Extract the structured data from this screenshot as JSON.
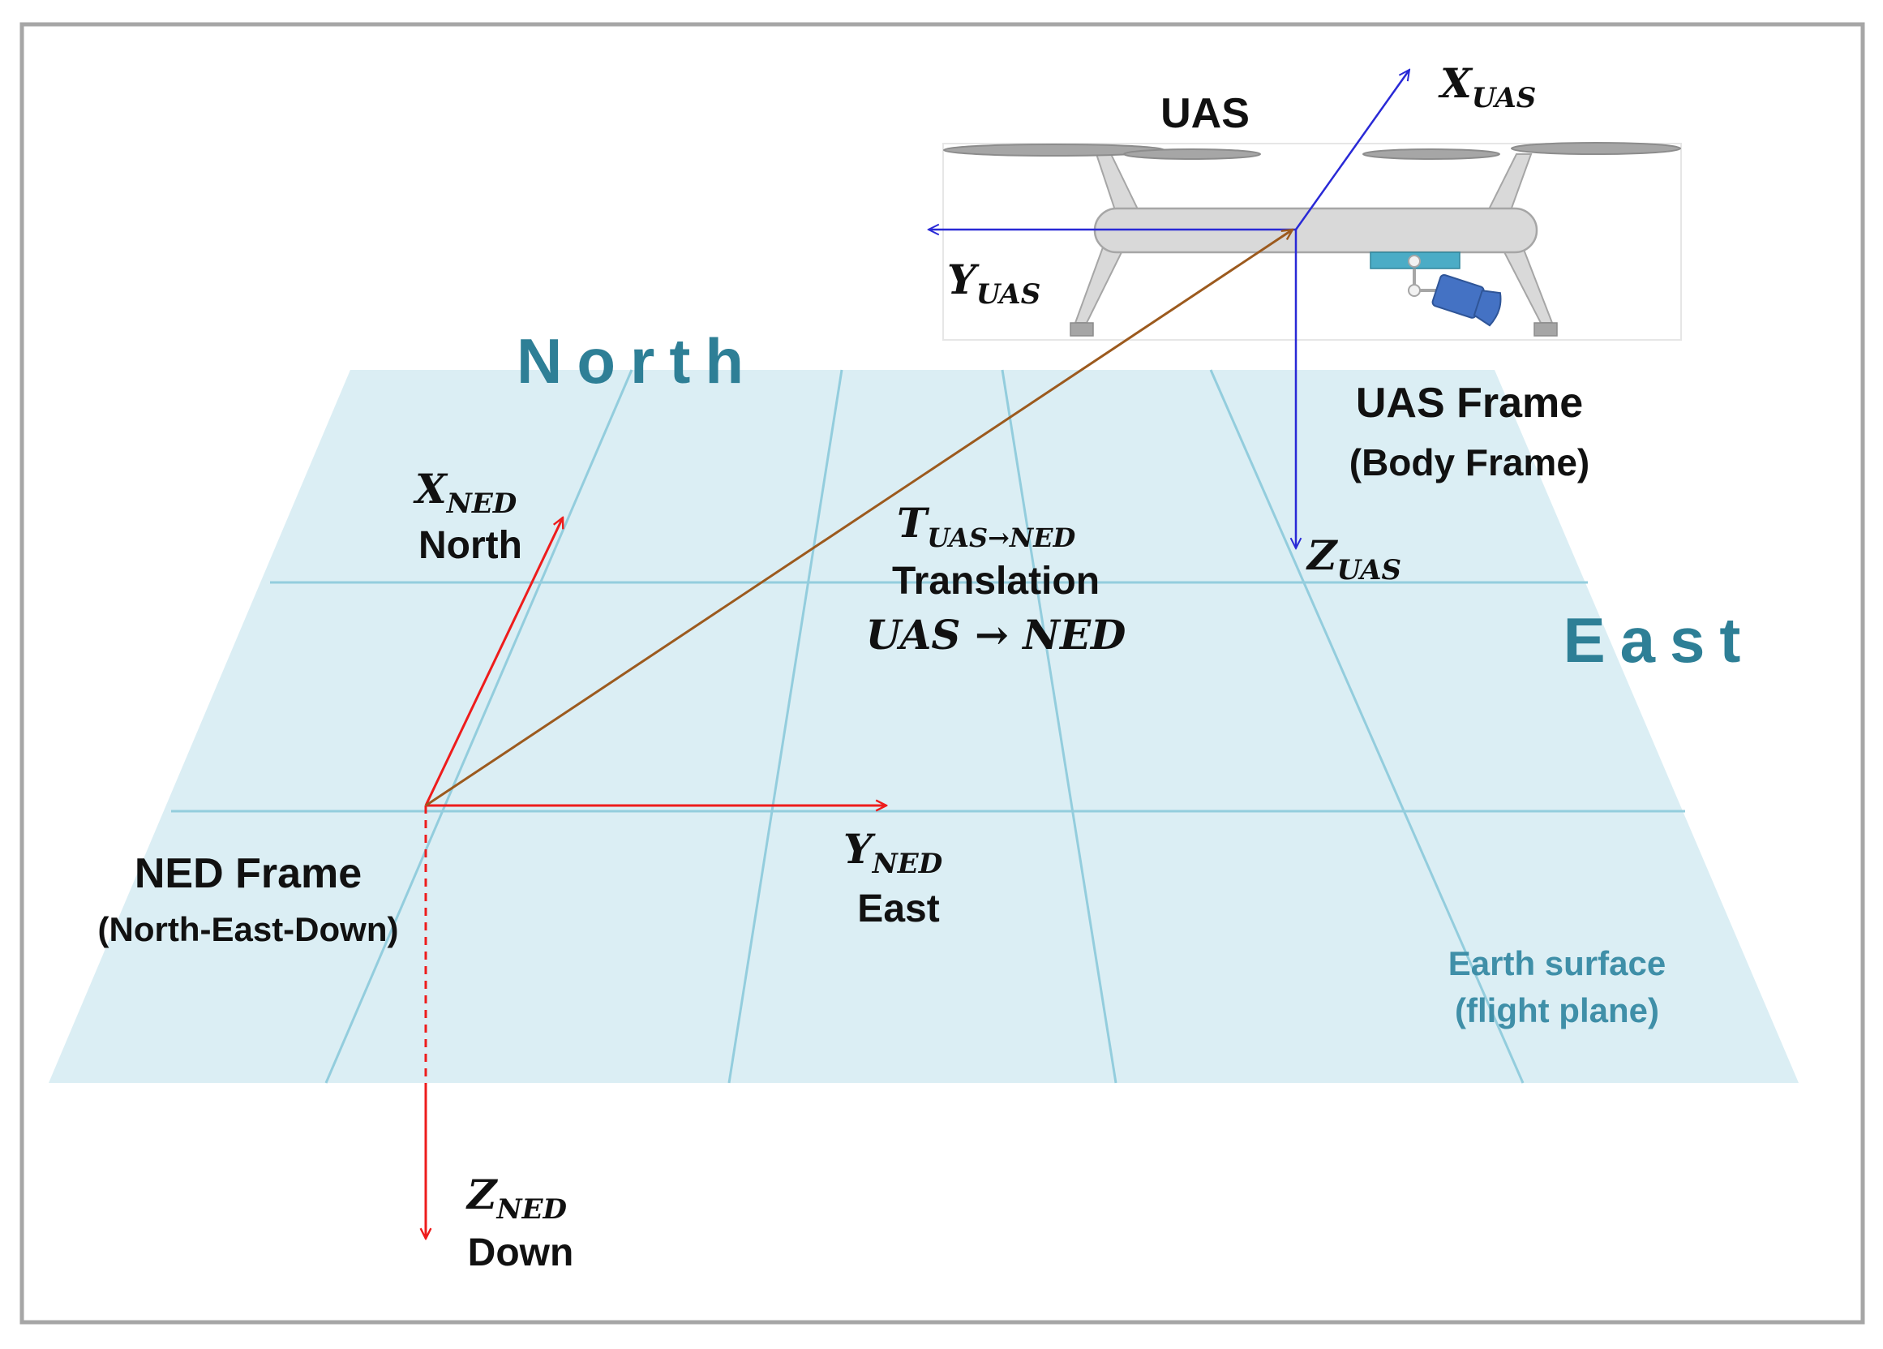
{
  "colors": {
    "frame_border": "#a6a6a6",
    "ground_fill": "#dbeef4",
    "ground_lines": "#93cddd",
    "ned_axes": "#ee1c1c",
    "uas_axes": "#2929d6",
    "translation_vector": "#9c5a1e",
    "direction_labels": "#2e7f96",
    "earth_label": "#3f8fa8",
    "drone_body": "#d9d9d9",
    "drone_outline": "#a6a6a6",
    "camera": "#4472c4",
    "gimbal_mount": "#4bacc6"
  },
  "directions": {
    "north": "North",
    "east": "East"
  },
  "uas": {
    "title": "UAS",
    "frame_title": "UAS Frame",
    "frame_subtitle": "(Body Frame)",
    "x_axis": {
      "base": "X",
      "sub": "UAS"
    },
    "y_axis": {
      "base": "Y",
      "sub": "UAS"
    },
    "z_axis": {
      "base": "Z",
      "sub": "UAS"
    }
  },
  "ned": {
    "frame_title": "NED Frame",
    "frame_subtitle": "(North-East-Down)",
    "x_axis": {
      "base": "X",
      "sub": "NED",
      "caption": "North"
    },
    "y_axis": {
      "base": "Y",
      "sub": "NED",
      "caption": "East"
    },
    "z_axis": {
      "base": "Z",
      "sub": "NED",
      "caption": "Down"
    }
  },
  "translation": {
    "symbol": {
      "base": "T",
      "sub": "UAS→NED"
    },
    "label": "Translation",
    "expression": "UAS → NED"
  },
  "earth": {
    "line1": "Earth surface",
    "line2": "(flight plane)"
  }
}
